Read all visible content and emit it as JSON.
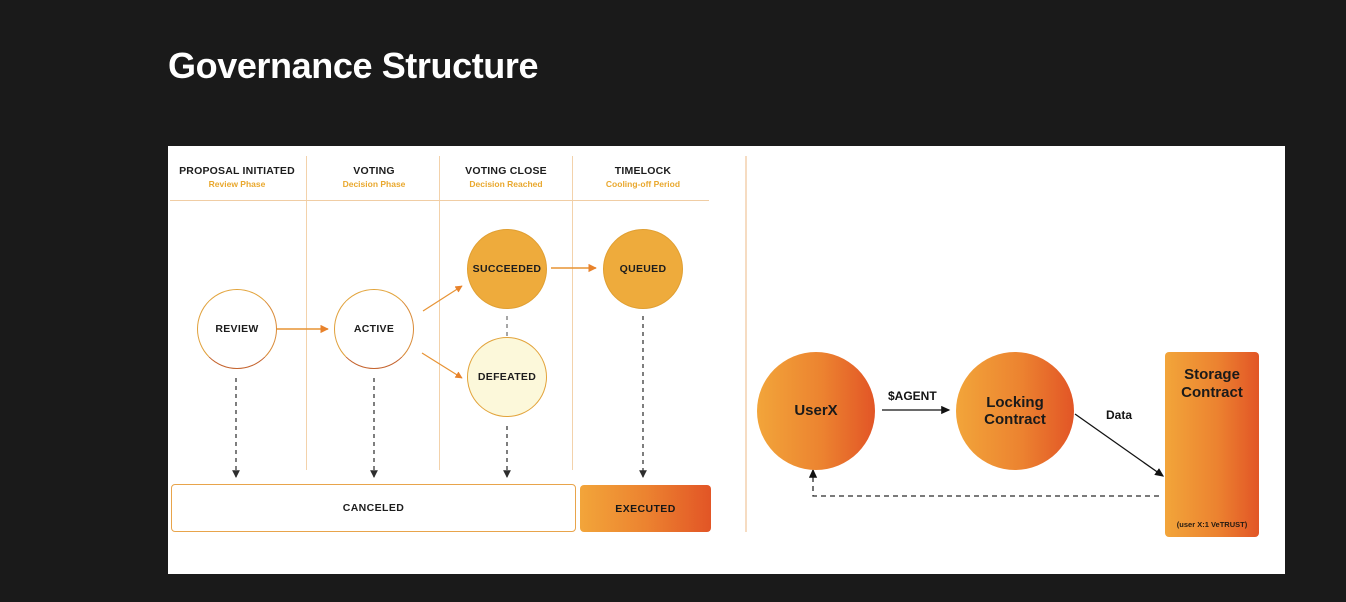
{
  "page": {
    "title": "Governance Structure",
    "background_color": "#1a1a1a",
    "card_color": "#ffffff"
  },
  "governance": {
    "phases": [
      {
        "title": "PROPOSAL INITIATED",
        "subtitle": "Review Phase"
      },
      {
        "title": "VOTING",
        "subtitle": "Decision Phase"
      },
      {
        "title": "VOTING CLOSE",
        "subtitle": "Decision Reached"
      },
      {
        "title": "TIMELOCK",
        "subtitle": "Cooling-off Period"
      }
    ],
    "states": [
      {
        "label": "REVIEW",
        "style": "outline"
      },
      {
        "label": "ACTIVE",
        "style": "outline"
      },
      {
        "label": "SUCCEEDED",
        "style": "filled-amber"
      },
      {
        "label": "DEFEATED",
        "style": "filled-cream"
      },
      {
        "label": "QUEUED",
        "style": "filled-amber"
      }
    ],
    "terminals": [
      {
        "label": "CANCELED",
        "style": "outline"
      },
      {
        "label": "EXECUTED",
        "style": "solid"
      }
    ],
    "colors": {
      "accent": "#e9a82e",
      "amber_fill": "#eeab3c",
      "cream_fill": "#fcf8da",
      "orange_solid": "#ef8128",
      "outline": "#e2a33a",
      "dashed": "#6b6b6b",
      "phase_line": "#f3d2ab"
    }
  },
  "token_flow": {
    "nodes": [
      {
        "label": "UserX",
        "shape": "circle"
      },
      {
        "label": "Locking\nContract",
        "line1": "Locking",
        "line2": "Contract",
        "shape": "circle"
      },
      {
        "label": "Storage Contract",
        "line1": "Storage",
        "line2": "Contract",
        "shape": "rounded-rect",
        "note": "(user X:1 VeTRUST)"
      }
    ],
    "edges": [
      {
        "label": "$AGENT",
        "from": "UserX",
        "to": "Locking Contract",
        "style": "solid-arrow"
      },
      {
        "label": "Data",
        "from": "Locking Contract",
        "to": "Storage Contract",
        "style": "solid-arrow"
      },
      {
        "label": "",
        "from": "Storage Contract",
        "to": "UserX",
        "style": "dashed-arrow"
      }
    ],
    "colors": {
      "orb_light": "#f2943c",
      "orb_dark": "#e96c22",
      "arrow": "#111111"
    }
  }
}
